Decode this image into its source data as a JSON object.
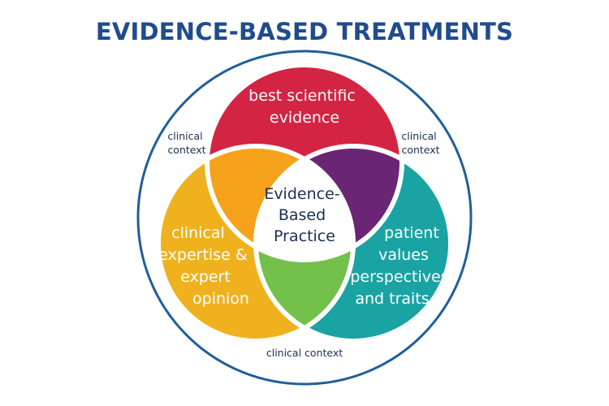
{
  "title": "EVIDENCE-BASED TREATMENTS",
  "circles": {
    "top": {
      "lines": [
        "best scientific",
        "evidence"
      ],
      "color": "#d42443"
    },
    "left": {
      "lines": [
        "clinical",
        "expertise &",
        "expert",
        "opinion"
      ],
      "color": "#f0b11e"
    },
    "right": {
      "lines": [
        "patient",
        "values",
        "perspectives",
        "and traits"
      ],
      "color": "#1aa3a3"
    }
  },
  "overlaps": {
    "top_left": {
      "color": "#f7a21b"
    },
    "top_right": {
      "color": "#6b2575"
    },
    "left_right": {
      "color": "#73c04a"
    }
  },
  "center": {
    "lines": [
      "Evidence-",
      "Based",
      "Practice"
    ]
  },
  "context_labels": {
    "upper_left": [
      "clinical",
      "context"
    ],
    "upper_right": [
      "clinical",
      "context"
    ],
    "bottom": "clinical context"
  },
  "outer_ring_color": "#1f5f99"
}
